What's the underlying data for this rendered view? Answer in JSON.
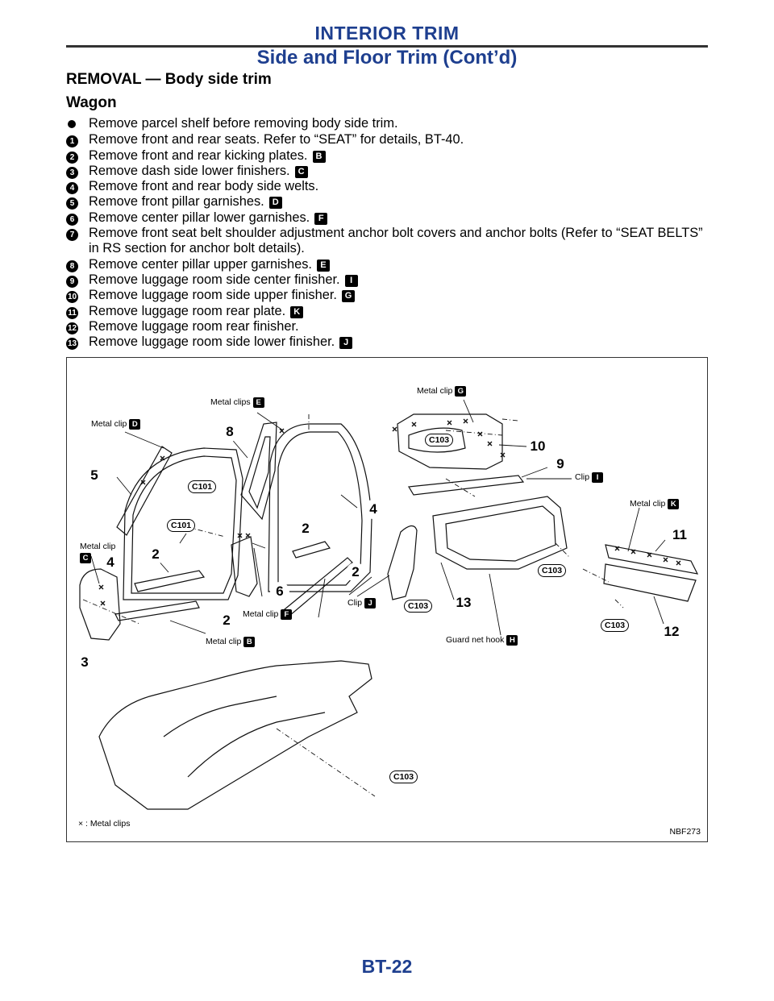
{
  "header": {
    "section": "INTERIOR TRIM",
    "title": "Side and Floor Trim (Cont’d)"
  },
  "heading": "REMOVAL — Body side trim",
  "subheading": "Wagon",
  "steps": [
    {
      "marker": "bullet",
      "text": "Remove parcel shelf before removing body side trim.",
      "tag": ""
    },
    {
      "marker": "1",
      "text": "Remove front and rear seats. Refer to “SEAT” for details, BT-40.",
      "tag": ""
    },
    {
      "marker": "2",
      "text": "Remove front and rear kicking plates.",
      "tag": "B"
    },
    {
      "marker": "3",
      "text": "Remove dash side lower finishers.",
      "tag": "C"
    },
    {
      "marker": "4",
      "text": "Remove front and rear body side welts.",
      "tag": ""
    },
    {
      "marker": "5",
      "text": "Remove front pillar garnishes.",
      "tag": "D"
    },
    {
      "marker": "6",
      "text": "Remove center pillar lower garnishes.",
      "tag": "F"
    },
    {
      "marker": "7",
      "text": "Remove front seat belt shoulder adjustment anchor bolt covers and anchor bolts (Refer to “SEAT BELTS”",
      "tag": ""
    },
    {
      "marker": "",
      "text": "in RS section for anchor bolt details).",
      "tag": ""
    },
    {
      "marker": "8",
      "text": "Remove center pillar upper garnishes.",
      "tag": "E"
    },
    {
      "marker": "9",
      "text": "Remove luggage room side center finisher.",
      "tag": "I"
    },
    {
      "marker": "10",
      "text": "Remove luggage room side upper finisher.",
      "tag": "G"
    },
    {
      "marker": "11",
      "text": "Remove luggage room rear plate.",
      "tag": "K"
    },
    {
      "marker": "12",
      "text": "Remove luggage room rear finisher.",
      "tag": ""
    },
    {
      "marker": "13",
      "text": "Remove luggage room side lower finisher.",
      "tag": "J"
    }
  ],
  "figure": {
    "labels": {
      "metal_clips_e": "Metal clips",
      "metal_clip_g": "Metal clip",
      "metal_clip_d": "Metal clip",
      "clip_i": "Clip",
      "metal_clip_k": "Metal clip",
      "metal_clip_c": "Metal clip",
      "metal_clip_f": "Metal clip",
      "clip_j": "Clip",
      "metal_clip_b": "Metal clip",
      "guard_net_hook": "Guard net hook"
    },
    "tags": {
      "e": "E",
      "g": "G",
      "d": "D",
      "i": "I",
      "k": "K",
      "c": "C",
      "f": "F",
      "j": "J",
      "b": "B",
      "h": "H"
    },
    "callouts": {
      "c8": "8",
      "c10": "10",
      "c5": "5",
      "c9": "9",
      "c4a": "4",
      "c2a": "2",
      "c11": "11",
      "c4b": "4",
      "c2b": "2",
      "c2c": "2",
      "c6": "6",
      "c13": "13",
      "c2d": "2",
      "c12": "12",
      "c3": "3"
    },
    "connectors": {
      "k1": "C103",
      "k2": "C101",
      "k3": "C101",
      "k4": "C103",
      "k5": "C103",
      "k6": "C103",
      "k7": "C103"
    },
    "legend": "× : Metal clips",
    "figure_id": "NBF273"
  },
  "footer": "BT-22"
}
